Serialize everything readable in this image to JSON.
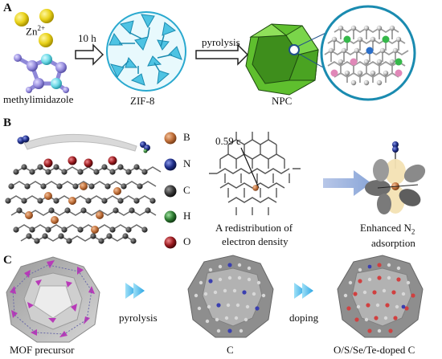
{
  "panels": {
    "a": "A",
    "b": "B",
    "c": "C"
  },
  "panel_a": {
    "zn_label": "Zn",
    "zn_superscript": "2+",
    "ligand_label": "methylimidazole",
    "time_label": "10 h",
    "zif_label": "ZIF-8",
    "step_label": "pyrolysis",
    "product_label": "NPC"
  },
  "panel_b": {
    "distance_label": "0.59 c",
    "redistribution_line1": "A redistribution of",
    "redistribution_line2": "electron density",
    "adsorption_line1_prefix": "Enhanced N",
    "adsorption_subscript": "2",
    "adsorption_line2": "adsorption",
    "legend": [
      {
        "symbol": "B",
        "color": "#c0703a"
      },
      {
        "symbol": "N",
        "color": "#1f2f8a"
      },
      {
        "symbol": "C",
        "color": "#3a3a3a"
      },
      {
        "symbol": "H",
        "color": "#2e7d32"
      },
      {
        "symbol": "O",
        "color": "#9b1b20"
      }
    ]
  },
  "panel_c": {
    "precursor_label": "MOF precursor",
    "step1_label": "pyrolysis",
    "carbon_label": "C",
    "step2_label": "doping",
    "doped_label": "O/S/Se/Te-doped C"
  }
}
